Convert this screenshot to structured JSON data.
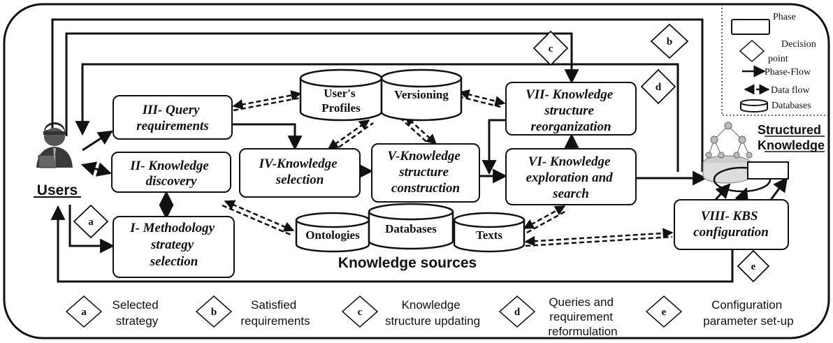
{
  "phases": {
    "p1": [
      "I- Methodology",
      "strategy",
      "selection"
    ],
    "p2": [
      "II- Knowledge",
      "discovery"
    ],
    "p3": [
      "III- Query",
      "requirements"
    ],
    "p4": [
      "IV-Knowledge",
      "selection"
    ],
    "p5": [
      "V-Knowledge",
      "structure",
      "construction"
    ],
    "p6": [
      "VI- Knowledge",
      "exploration and",
      "search"
    ],
    "p7": [
      "VII- Knowledge",
      "structure",
      "reorganization"
    ],
    "p8": [
      "VIII- KBS",
      "configuration"
    ]
  },
  "databases": {
    "profiles": [
      "User's",
      "Profiles"
    ],
    "versioning": "Versioning",
    "ontologies": "Ontologies",
    "dbs": "Databases",
    "texts": "Texts"
  },
  "labels": {
    "users": "Users",
    "knowledge_sources": "Knowledge sources",
    "structured_knowledge": [
      "Structured",
      "Knowledge"
    ]
  },
  "decision_points": {
    "a": "a",
    "b": "b",
    "c": "c",
    "d": "d",
    "e": "e"
  },
  "key": {
    "phase": "Phase",
    "decision": [
      "Decision",
      "point"
    ],
    "phase_flow": "Phase-Flow",
    "data_flow": "Data flow",
    "databases": "Databases"
  },
  "legend": [
    {
      "letter": "a",
      "text": [
        "Selected",
        "strategy"
      ]
    },
    {
      "letter": "b",
      "text": [
        "Satisfied",
        "requirements"
      ]
    },
    {
      "letter": "c",
      "text": [
        "Knowledge",
        "structure updating"
      ]
    },
    {
      "letter": "d",
      "text": [
        "Queries and",
        "requirement",
        "reformulation"
      ]
    },
    {
      "letter": "e",
      "text": [
        "Configuration",
        "parameter set-up"
      ]
    }
  ]
}
